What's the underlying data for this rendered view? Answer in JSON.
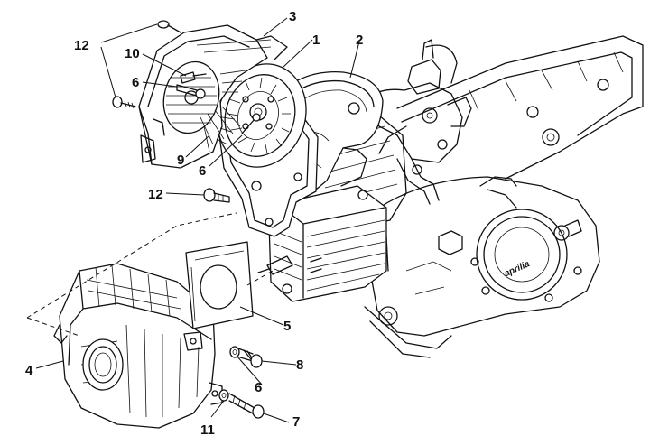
{
  "diagram": {
    "brand_logo": "aprilia",
    "callouts": [
      {
        "id": "c1",
        "text": "1"
      },
      {
        "id": "c2",
        "text": "2"
      },
      {
        "id": "c3",
        "text": "3"
      },
      {
        "id": "c4",
        "text": "4"
      },
      {
        "id": "c5",
        "text": "5"
      },
      {
        "id": "c6a",
        "text": "6"
      },
      {
        "id": "c6b",
        "text": "6"
      },
      {
        "id": "c6c",
        "text": "6"
      },
      {
        "id": "c7",
        "text": "7"
      },
      {
        "id": "c8",
        "text": "8"
      },
      {
        "id": "c9",
        "text": "9"
      },
      {
        "id": "c10",
        "text": "10"
      },
      {
        "id": "c11",
        "text": "11"
      },
      {
        "id": "c12a",
        "text": "12"
      },
      {
        "id": "c12b",
        "text": "12"
      }
    ]
  }
}
